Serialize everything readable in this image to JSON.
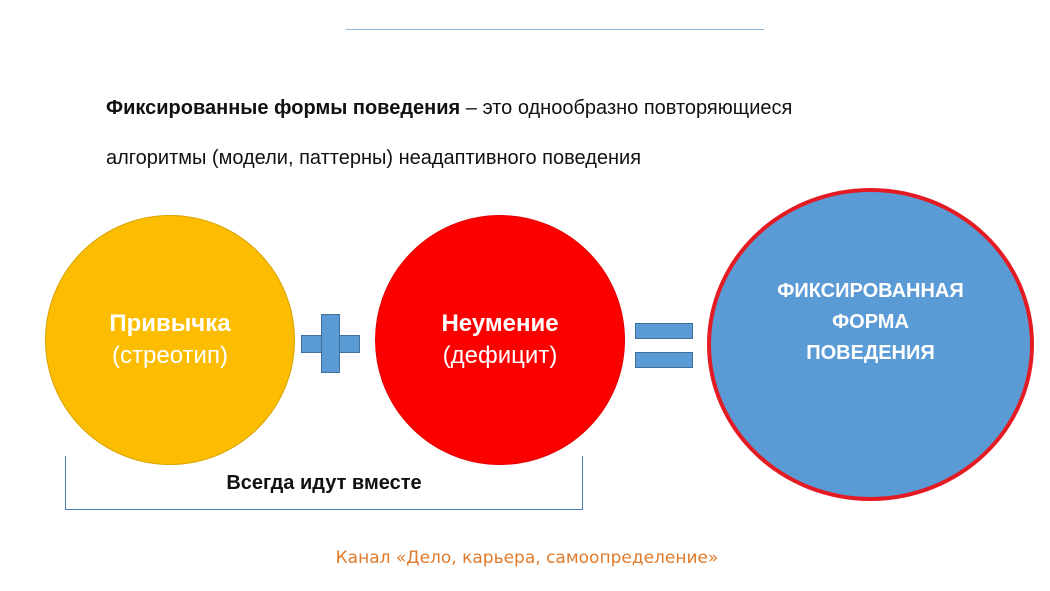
{
  "definition": {
    "term": "Фиксированные формы поведения",
    "rest_line1": " – это однообразно повторяющиеся",
    "line2": "алгоритмы (модели, паттерны) неадаптивного поведения"
  },
  "circles": {
    "habit": {
      "title": "Привычка",
      "sub": "(стреотип)",
      "color": "#fcbd00"
    },
    "deficit": {
      "title": "Неумение",
      "sub": "(дефицит)",
      "color": "#fc0000"
    },
    "result": {
      "lines": [
        "ФИКСИРОВАННАЯ",
        "ФОРМА",
        "ПОВЕДЕНИЯ"
      ],
      "color": "#5b9bd5",
      "border_color": "#e41b23"
    }
  },
  "operators": {
    "plus": "plus-icon",
    "equals": "equals-icon",
    "color": "#5b9bd5"
  },
  "bracket": {
    "label": "Всегда идут вместе"
  },
  "footer": {
    "text": "Канал «Дело, карьера, самоопределение»",
    "color": "#e07a2b"
  }
}
